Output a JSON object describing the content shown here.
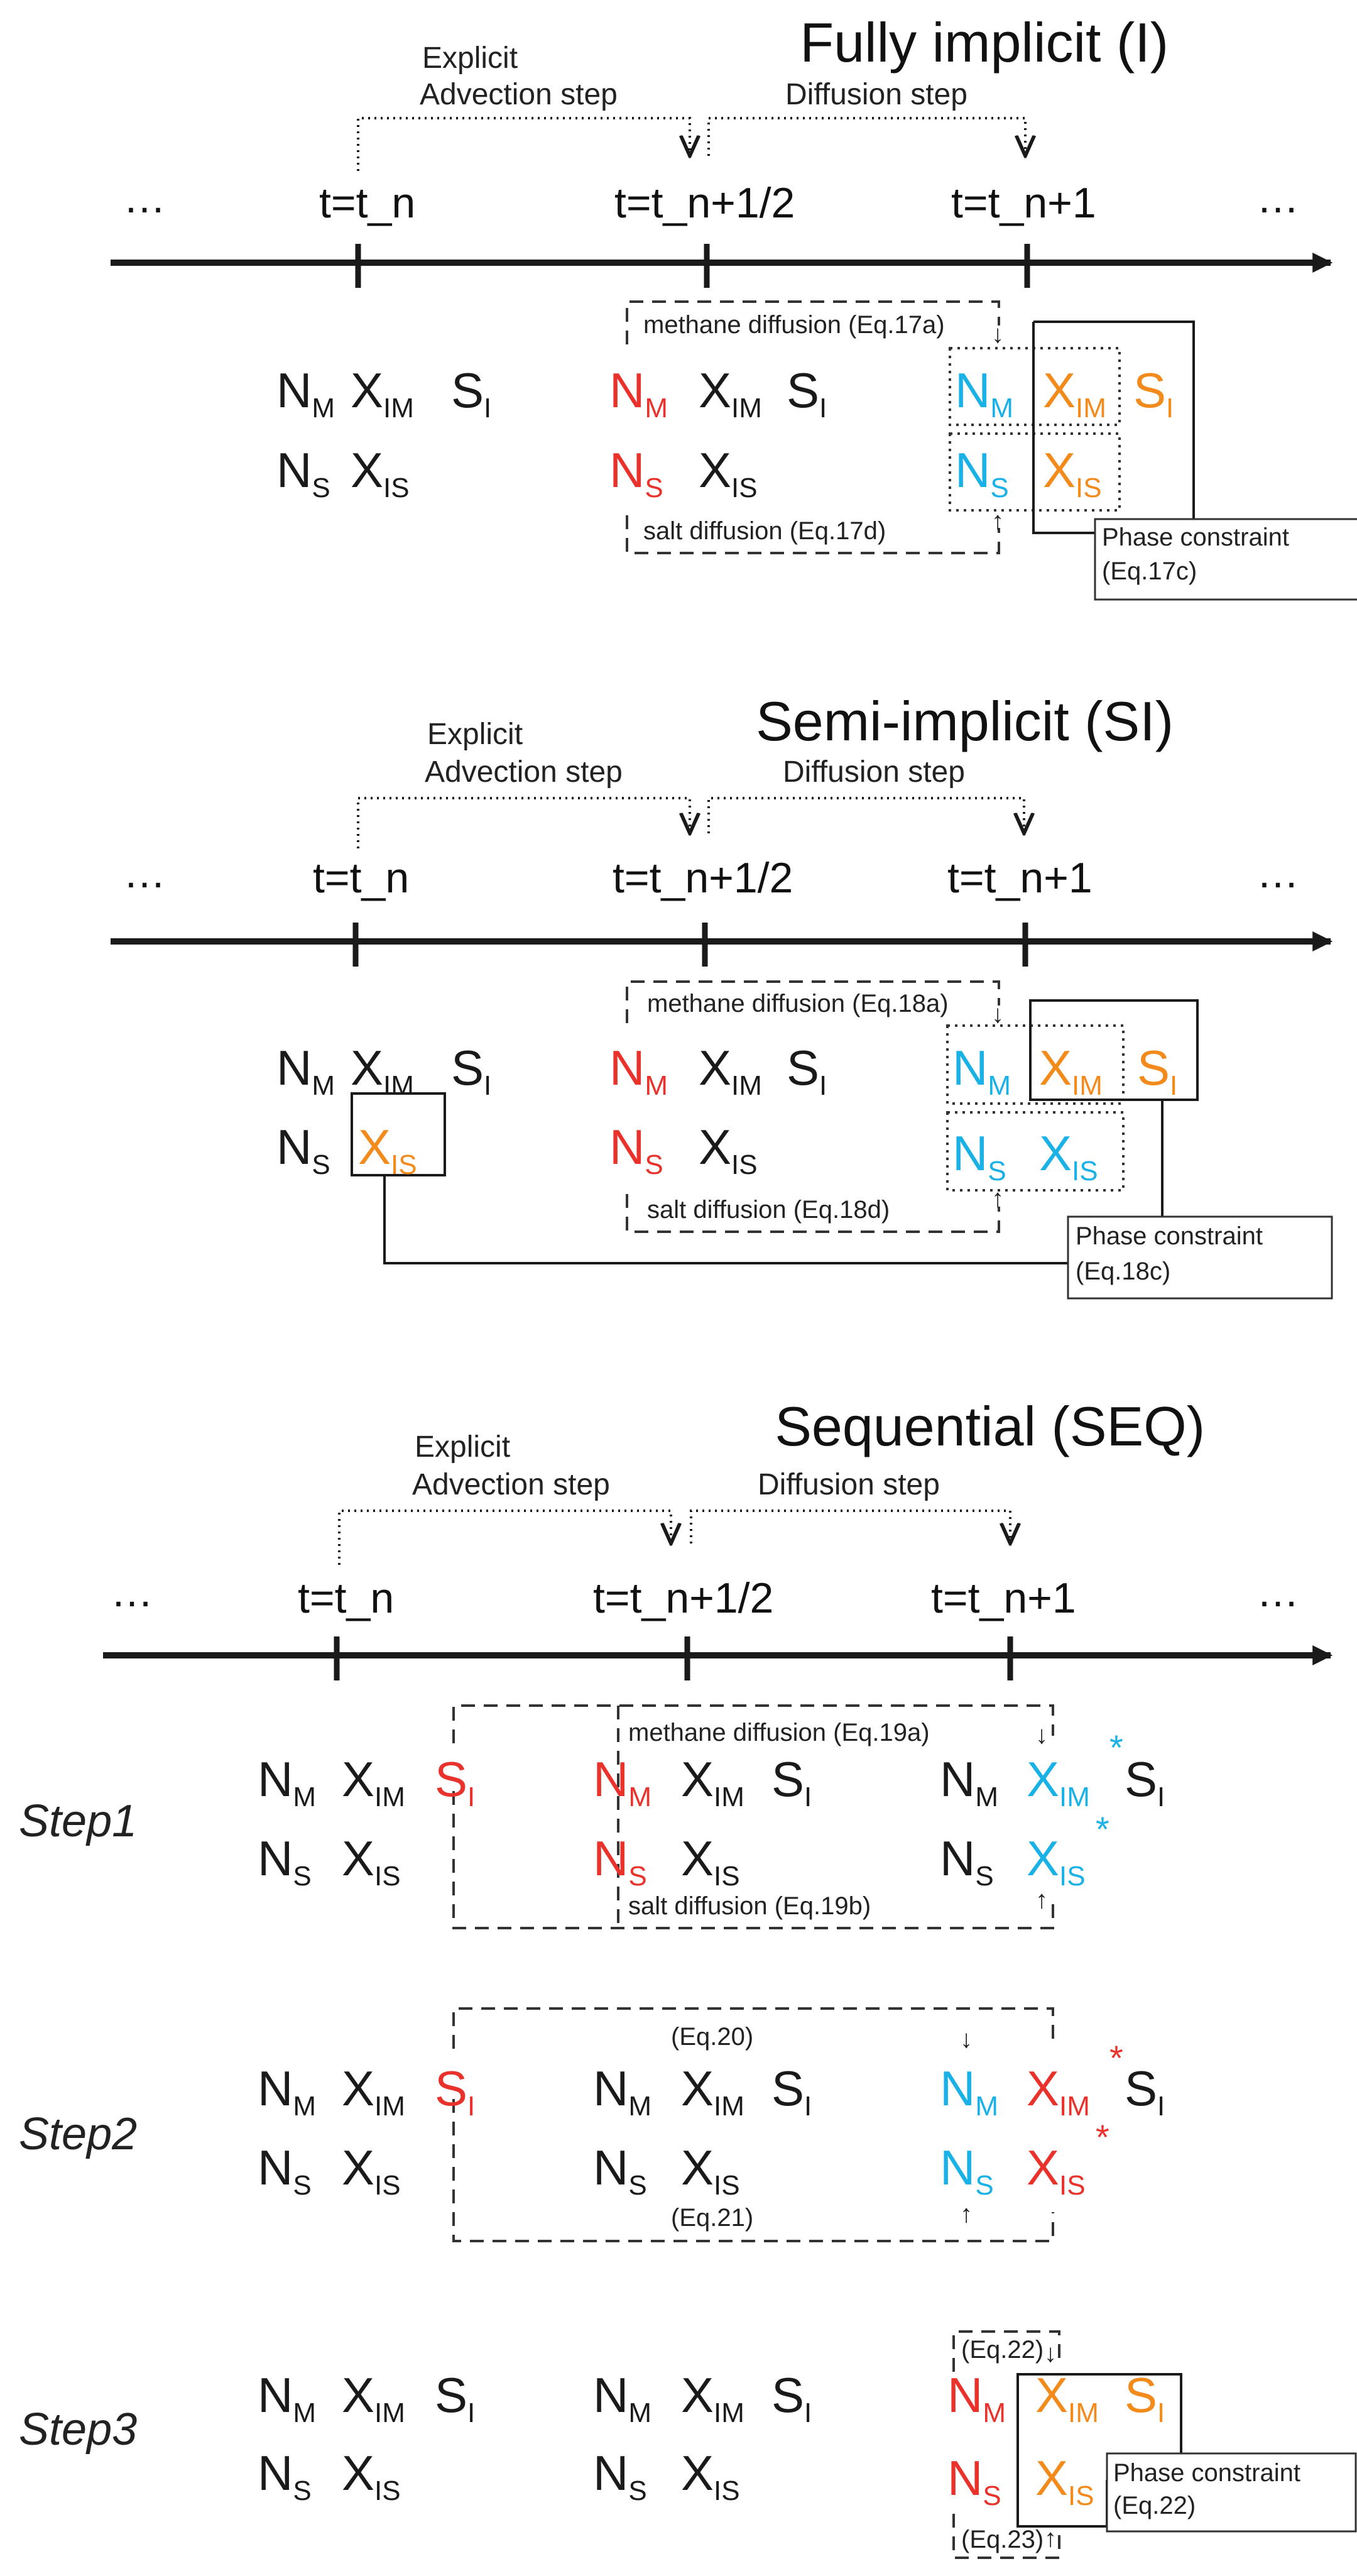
{
  "colors": {
    "black": "#1a1a1a",
    "red": "#e8322b",
    "blue": "#1ab2e6",
    "orange": "#f28a1c"
  },
  "labels": {
    "explicit": "Explicit",
    "advection": "Advection step",
    "diffusion": "Diffusion step",
    "t_n": "t=t_n",
    "t_half": "t=t_n+1/2",
    "t_next": "t=t_n+1",
    "ellipsis": "…",
    "phase_constraint": "Phase constraint"
  },
  "sections": {
    "fi": {
      "title": "Fully implicit (I)",
      "methane": "methane diffusion (Eq.17a)",
      "salt": "salt diffusion (Eq.17d)",
      "phase_eq": "(Eq.17c)"
    },
    "si": {
      "title": "Semi-implicit (SI)",
      "methane": "methane diffusion (Eq.18a)",
      "salt": "salt diffusion (Eq.18d)",
      "phase_eq": "(Eq.18c)"
    },
    "seq": {
      "title": "Sequential (SEQ)",
      "step1": "Step1",
      "step2": "Step2",
      "step3": "Step3",
      "methane": "methane diffusion (Eq.19a)",
      "salt": "salt diffusion (Eq.19b)",
      "eq20": "(Eq.20)",
      "eq21": "(Eq.21)",
      "eq22": "(Eq.22)",
      "eq23": "(Eq.23)",
      "phase_eq": "(Eq.22)",
      "star": "*"
    }
  },
  "vars": {
    "N": "N",
    "X": "X",
    "S": "S",
    "sub_M": "M",
    "sub_S": "S",
    "sub_IM": "IM",
    "sub_IS": "IS",
    "sub_I": "I"
  }
}
